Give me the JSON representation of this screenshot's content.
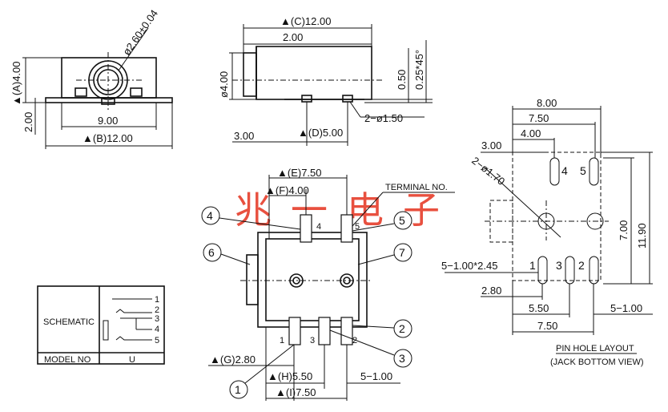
{
  "watermark": "兆一电子",
  "front_view": {
    "dim_diameter": "ø2.60±0.04",
    "dim_a": "▲(A)4.00",
    "dim_height": "2.00",
    "dim_9": "9.00",
    "dim_b": "▲(B)12.00"
  },
  "side_view": {
    "dim_c": "▲(C)12.00",
    "dim_2": "2.00",
    "dim_dia4": "ø4.00",
    "dim_050": "0.50",
    "dim_chamfer": "0.25*45°",
    "dim_pins": "2−ø1.50",
    "dim_3": "3.00",
    "dim_d": "▲(D)5.00"
  },
  "top_view": {
    "dim_e": "▲(E)7.50",
    "dim_f": "▲(F)4.00",
    "terminal_label": "TERMINAL NO.",
    "pin4": "4",
    "pin5": "5",
    "pin1": "1",
    "pin3": "3",
    "pin2": "2",
    "callouts": [
      "①",
      "②",
      "③",
      "④",
      "⑤",
      "⑥",
      "⑦"
    ],
    "dim_g": "▲(G)2.80",
    "dim_h": "▲(H)5.50",
    "dim_51": "5−1.00",
    "dim_i": "▲(I)7.50"
  },
  "pin_layout": {
    "dim_800": "8.00",
    "dim_750_top": "7.50",
    "dim_400": "4.00",
    "dim_300": "3.00",
    "dim_hole": "2−ø1.70",
    "dim_700": "7.00",
    "dim_1190": "11.90",
    "dim_slots": "5−1.00*2.45",
    "dim_280": "2.80",
    "dim_550": "5.50",
    "dim_51": "5−1.00",
    "dim_750_bottom": "7.50",
    "pin_labels": [
      "1",
      "2",
      "3",
      "4",
      "5"
    ],
    "caption_line1": "PIN HOLE LAYOUT",
    "caption_line2": "(JACK BOTTOM VIEW)"
  },
  "schematic": {
    "label": "SCHEMATIC",
    "model_label": "MODEL NO",
    "model_value": "U",
    "pins": [
      "1",
      "2",
      "3",
      "4",
      "5"
    ]
  }
}
